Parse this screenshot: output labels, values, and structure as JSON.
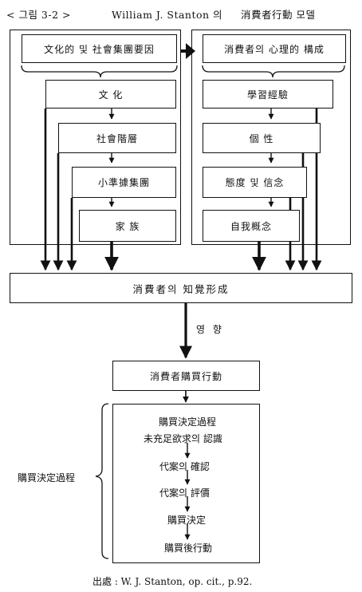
{
  "title": {
    "label": "< 그림 3-2 >",
    "author": "William J. Stanton 의",
    "name": "消費者行動 모델"
  },
  "left_panel": {
    "header": "文化的 및 社會集團要因",
    "items": [
      "文 化",
      "社會階層",
      "小準據集團",
      "家 族"
    ]
  },
  "right_panel": {
    "header": "消費者의 心理的 構成",
    "items": [
      "學習經驗",
      "個 性",
      "態度 및 信念",
      "自我概念"
    ]
  },
  "perception_box": "消費者의 知覺形成",
  "influence_label": "영 향",
  "behavior_box": "消費者購買行動",
  "process_label": "購買決定過程",
  "process": {
    "title": "購買決定過程",
    "steps": [
      "未充足欲求의 認識",
      "代案의 確認",
      "代案의 評價",
      "購買決定",
      "購買後行動"
    ]
  },
  "source": "出處 : W. J. Stanton, op. cit., p.92."
}
